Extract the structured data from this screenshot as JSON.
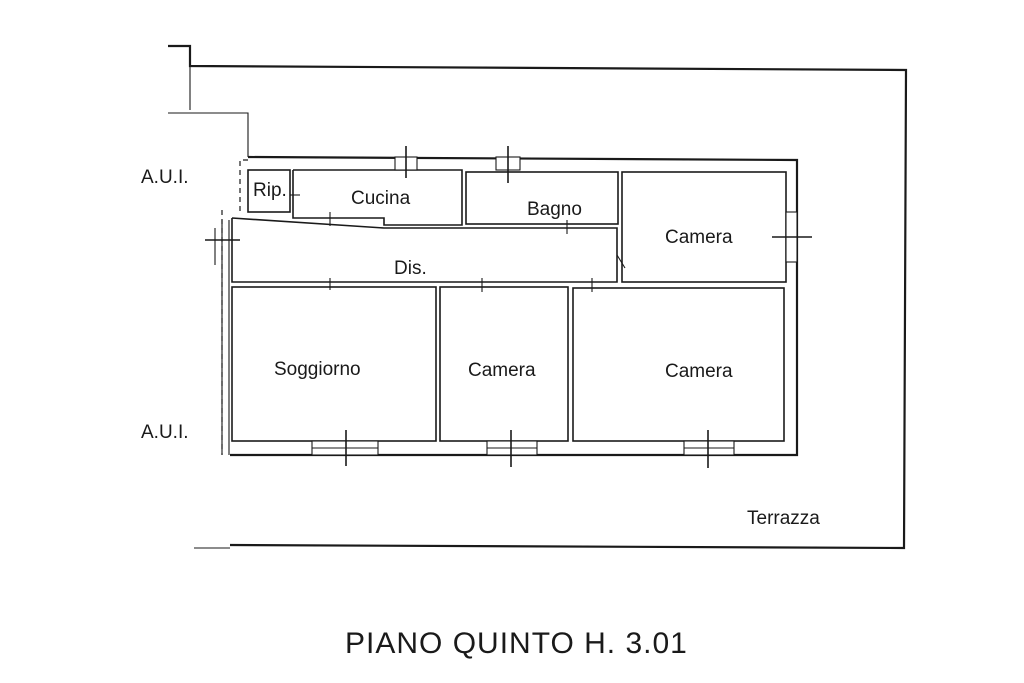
{
  "labels": {
    "aui_top": "A.U.I.",
    "aui_bottom": "A.U.I.",
    "rip": "Rip.",
    "cucina": "Cucina",
    "bagno": "Bagno",
    "camera_top": "Camera",
    "dis": "Dis.",
    "soggiorno": "Soggiorno",
    "camera_mid": "Camera",
    "camera_right": "Camera",
    "terrazza": "Terrazza"
  },
  "title": "PIANO QUINTO H. 3.01"
}
